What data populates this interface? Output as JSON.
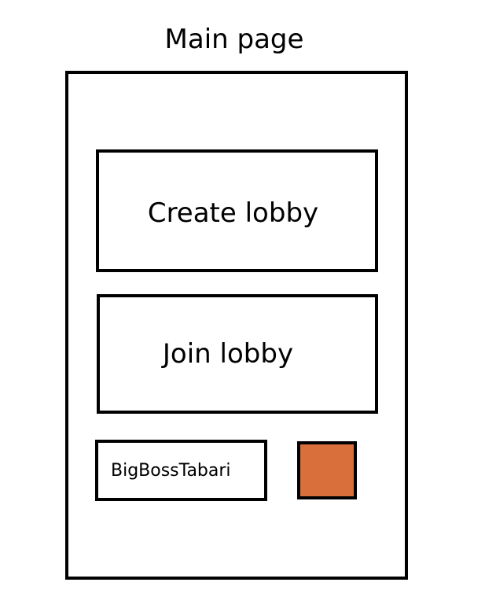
{
  "page": {
    "title": "Main page"
  },
  "buttons": {
    "create_label": "Create lobby",
    "join_label": "Join lobby"
  },
  "username": {
    "value": "BigBossTabari"
  },
  "color_picker": {
    "color": "#d9703b"
  }
}
